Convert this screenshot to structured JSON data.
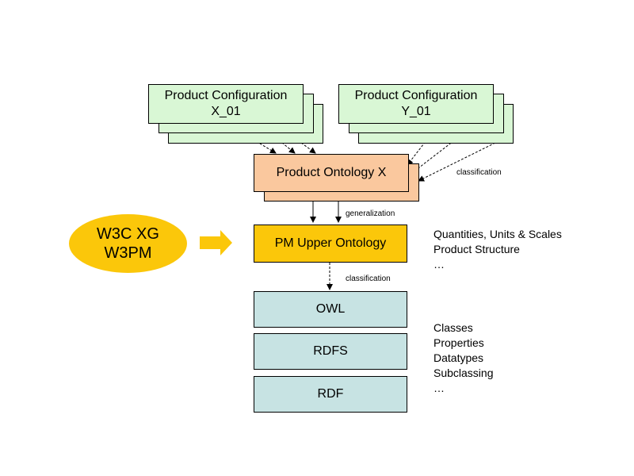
{
  "product_configs": [
    {
      "line1": "Product Configuration",
      "line2": "X_01"
    },
    {
      "line1": "Product Configuration",
      "line2": "Y_01"
    }
  ],
  "product_ontology": "Product Ontology X",
  "upper_ontology": "PM Upper Ontology",
  "w3c": {
    "line1": "W3C XG",
    "line2": "W3PM"
  },
  "labels": {
    "classification_top": "classification",
    "generalization": "generalization",
    "classification_mid": "classification"
  },
  "stack": [
    "OWL",
    "RDFS",
    "RDF"
  ],
  "notes_upper": [
    "Quantities, Units & Scales",
    "Product Structure",
    "…"
  ],
  "notes_lower": [
    "Classes",
    "Properties",
    "Datatypes",
    "Subclassing",
    "…"
  ],
  "colors": {
    "config_fill": "#d9f7d5",
    "ontology_fill": "#fac89e",
    "upper_fill": "#fbc70a",
    "stack_fill": "#c7e3e3",
    "arrow": "#fbc70a"
  }
}
